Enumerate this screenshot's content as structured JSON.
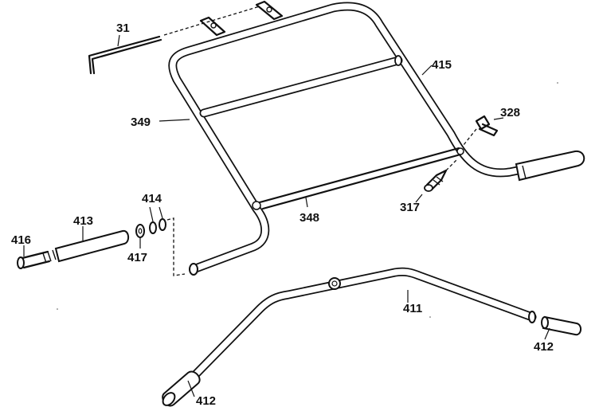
{
  "labels": {
    "p31": "31",
    "p415": "415",
    "p349": "349",
    "p328": "328",
    "p348": "348",
    "p317": "317",
    "p414": "414",
    "p413": "413",
    "p416": "416",
    "p417": "417",
    "p411": "411",
    "p412_upper": "412",
    "p412_lower": "412"
  }
}
